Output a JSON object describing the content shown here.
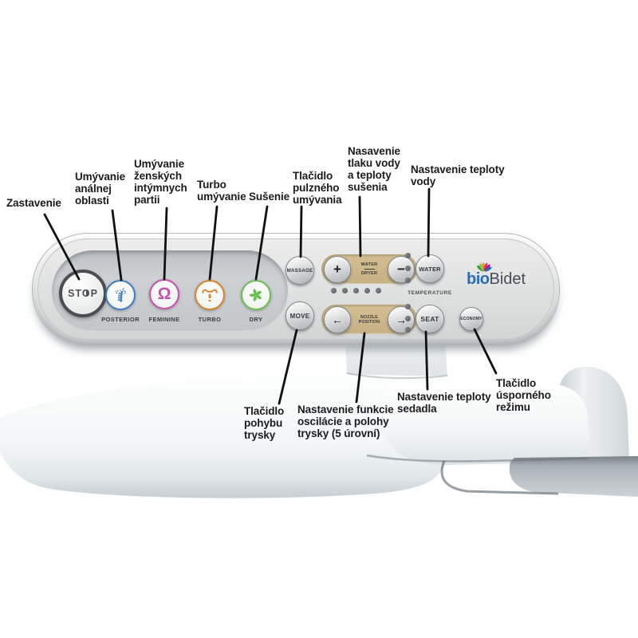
{
  "brand": {
    "bio": "bio",
    "bidet": "Bidet"
  },
  "panel": {
    "stop_label": "STOP",
    "mode_buttons": [
      {
        "id": "posterior",
        "label": "POSTERIOR",
        "color": "#3e7ec0"
      },
      {
        "id": "feminine",
        "label": "FEMININE",
        "color": "#c94fb0"
      },
      {
        "id": "turbo",
        "label": "TURBO",
        "color": "#d9822b"
      },
      {
        "id": "dry",
        "label": "DRY",
        "color": "#67bf4d"
      }
    ],
    "massage_label": "MASSAGE",
    "move_label": "MOVE",
    "plus_label": "+",
    "minus_label": "−",
    "left_arrow": "←",
    "right_arrow": "→",
    "water_dryer_tab": {
      "line1": "WATER",
      "line2": "DRYER"
    },
    "nozzle_tab": {
      "line1": "NOZZLE",
      "line2": "POSITION"
    },
    "water_label": "WATER",
    "seat_label": "SEAT",
    "economy_label": "ECONOMY",
    "temperature_label": "TEMPERATURE",
    "tab_color": "#cbb488",
    "led_color": "#62686e"
  },
  "callouts": [
    {
      "id": "zastavenie",
      "text": "Zastavenie"
    },
    {
      "id": "analnej",
      "text": "Umývanie\nanálnej\noblasti"
    },
    {
      "id": "zenskych",
      "text": "Umývanie\nženských\nintýmnych\npartii"
    },
    {
      "id": "turbo",
      "text": "Turbo\numývanie"
    },
    {
      "id": "susenie",
      "text": "Sušenie"
    },
    {
      "id": "pulzneho",
      "text": "Tlačidlo\npulzného\numývania"
    },
    {
      "id": "nasavenie",
      "text": "Nasavenie\ntlaku vody\na teploty\nsušenia"
    },
    {
      "id": "teplota_vody",
      "text": "Nastavenie teploty\nvody"
    },
    {
      "id": "pohyb_trysky",
      "text": "Tlačidlo\npohybu\ntrysky"
    },
    {
      "id": "oscilacia",
      "text": "Nastavenie funkcie\noscilácie a polohy\ntrysky (5 úrovní)"
    },
    {
      "id": "sedadlo",
      "text": "Nastavenie teploty\nsedadla"
    },
    {
      "id": "usporny",
      "text": "Tlačidlo\núsporného\nrežimu"
    }
  ]
}
